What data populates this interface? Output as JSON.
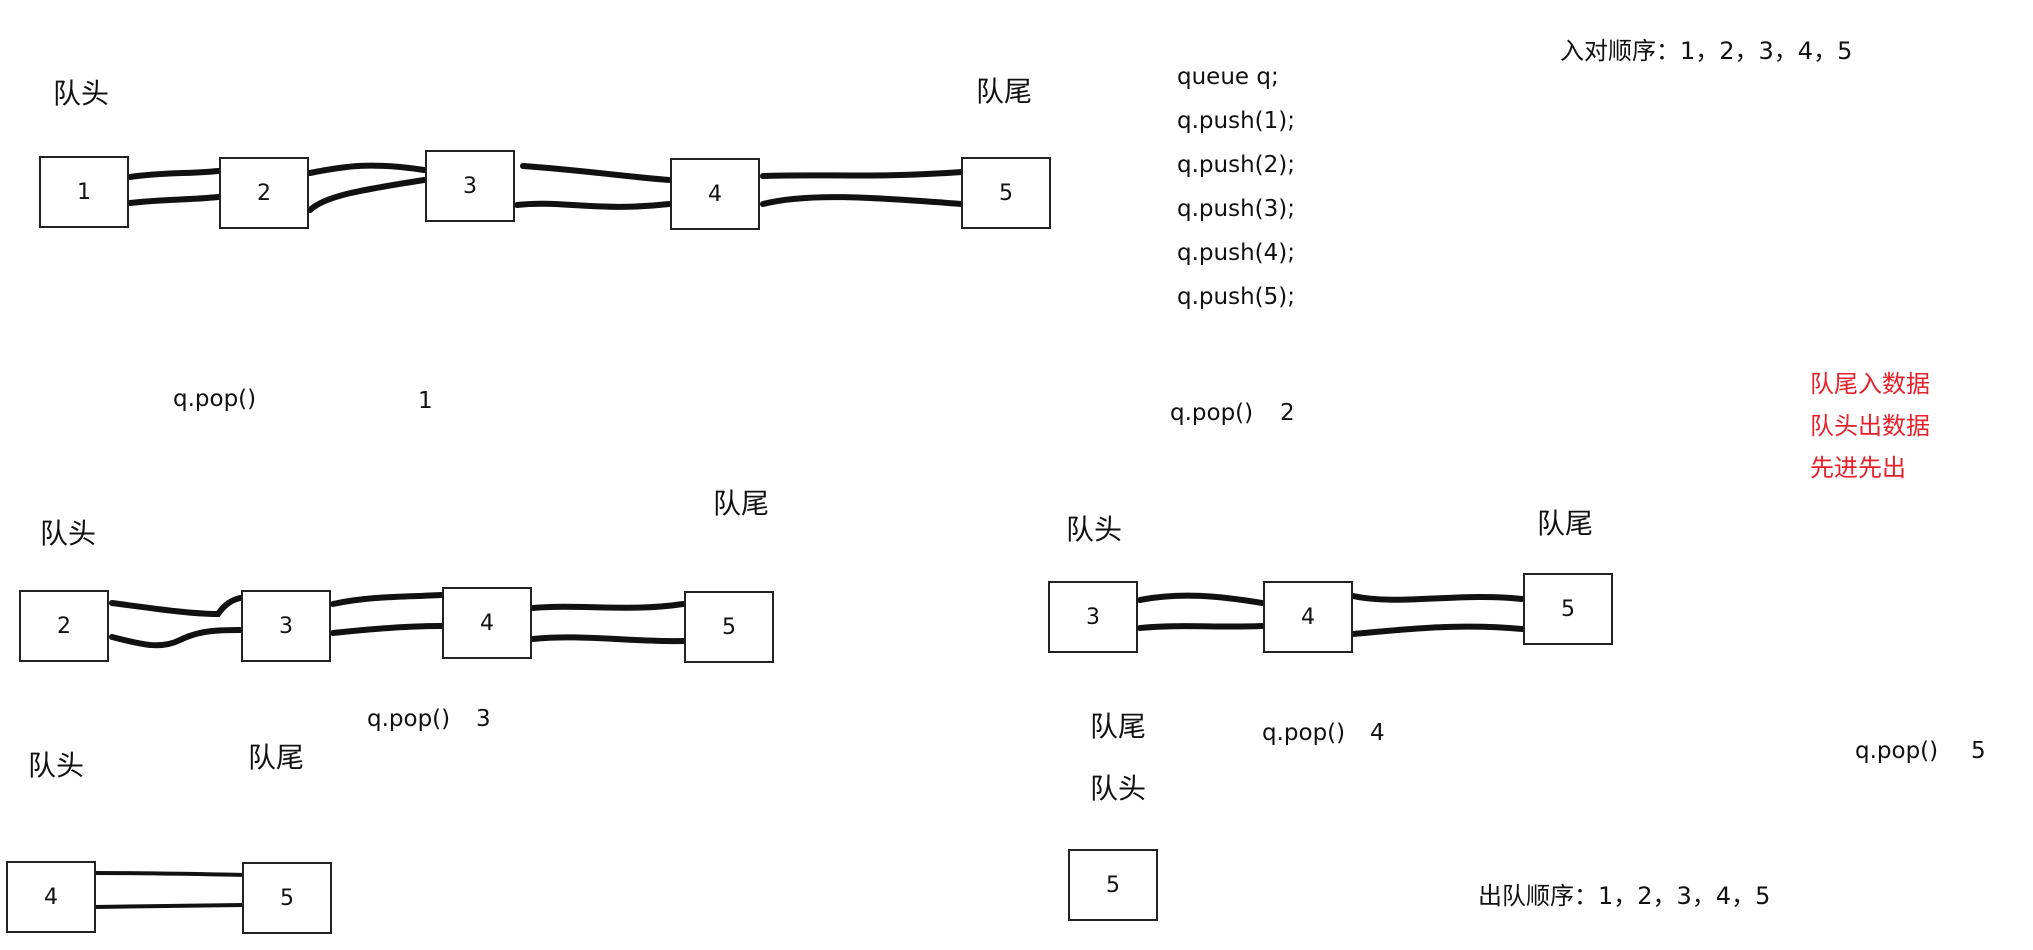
{
  "queue_views": [
    {
      "head_label": "队头",
      "tail_label": "队尾",
      "nodes": [
        {
          "value": "1"
        },
        {
          "value": "2"
        },
        {
          "value": "3"
        },
        {
          "value": "4"
        },
        {
          "value": "5"
        }
      ]
    },
    {
      "pop_call": "q.pop()",
      "popped_value": "1",
      "head_label": "队头",
      "tail_label": "队尾",
      "nodes": [
        {
          "value": "2"
        },
        {
          "value": "3"
        },
        {
          "value": "4"
        },
        {
          "value": "5"
        }
      ]
    },
    {
      "pop_call": "q.pop()",
      "popped_value": "2",
      "head_label": "队头",
      "tail_label": "队尾",
      "nodes": [
        {
          "value": "3"
        },
        {
          "value": "4"
        },
        {
          "value": "5"
        }
      ]
    },
    {
      "pop_call": "q.pop()",
      "popped_value": "3",
      "head_label": "队头",
      "tail_label": "队尾",
      "nodes": [
        {
          "value": "4"
        },
        {
          "value": "5"
        }
      ]
    },
    {
      "pop_call": "q.pop()",
      "popped_value": "4",
      "head_label": "队头",
      "tail_label": "队尾",
      "nodes": [
        {
          "value": "5"
        }
      ]
    }
  ],
  "final_pop": {
    "pop_call": "q.pop()",
    "popped_value": "5"
  },
  "code_lines": [
    "queue q;",
    "q.push(1);",
    "q.push(2);",
    "q.push(3);",
    "q.push(4);",
    "q.push(5);"
  ],
  "enqueue_order": "入对顺序：1，2，3，4，5",
  "dequeue_order": "出队顺序：1，2，3，4，5",
  "rules": [
    "队尾入数据",
    "队头出数据",
    "先进先出"
  ],
  "colors": {
    "rule_text": "#e8202a",
    "ink": "#111111"
  }
}
